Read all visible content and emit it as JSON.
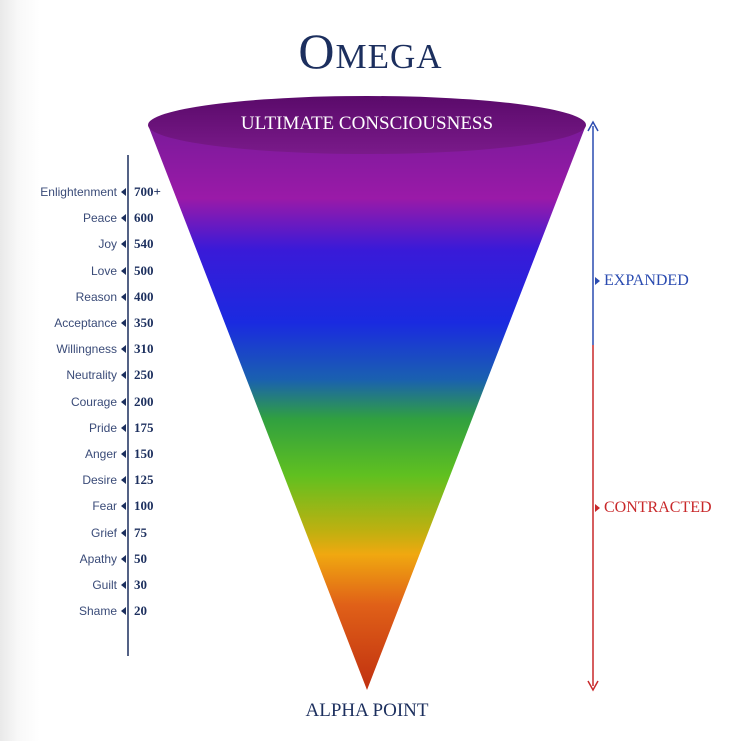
{
  "title": "Omega",
  "top_label": "ULTIMATE CONSCIOUSNESS",
  "bottom_label": "ALPHA POINT",
  "levels": [
    {
      "name": "Enlightenment",
      "value": "700+"
    },
    {
      "name": "Peace",
      "value": "600"
    },
    {
      "name": "Joy",
      "value": "540"
    },
    {
      "name": "Love",
      "value": "500"
    },
    {
      "name": "Reason",
      "value": "400"
    },
    {
      "name": "Acceptance",
      "value": "350"
    },
    {
      "name": "Willingness",
      "value": "310"
    },
    {
      "name": "Neutrality",
      "value": "250"
    },
    {
      "name": "Courage",
      "value": "200"
    },
    {
      "name": "Pride",
      "value": "175"
    },
    {
      "name": "Anger",
      "value": "150"
    },
    {
      "name": "Desire",
      "value": "125"
    },
    {
      "name": "Fear",
      "value": "100"
    },
    {
      "name": "Grief",
      "value": "75"
    },
    {
      "name": "Apathy",
      "value": "50"
    },
    {
      "name": "Guilt",
      "value": "30"
    },
    {
      "name": "Shame",
      "value": "20"
    }
  ],
  "expanded": {
    "label": "EXPANDED",
    "color": "#2a4bb0"
  },
  "contracted": {
    "label": "CONTRACTED",
    "color": "#c8282a"
  }
}
